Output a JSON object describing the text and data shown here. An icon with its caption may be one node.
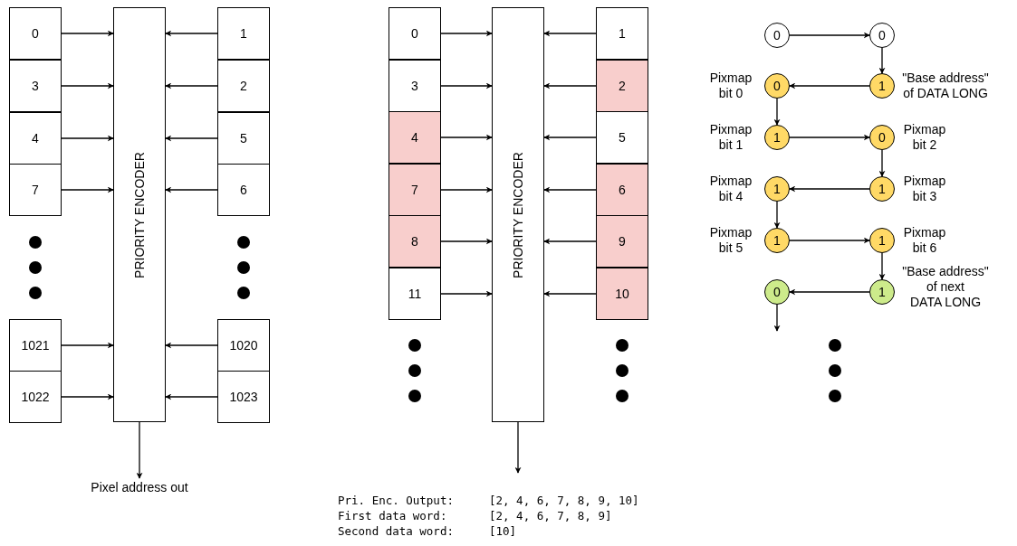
{
  "diagram": {
    "nodes": [
      {
        "text": [
          "0"
        ]
      },
      {
        "text": [
          "3"
        ]
      },
      {
        "text": [
          "4"
        ]
      },
      {
        "text": [
          "7"
        ]
      },
      {
        "text": [
          "1021"
        ]
      },
      {
        "text": [
          "1022"
        ]
      },
      {
        "text": [
          "PRIORITY ENCODER"
        ]
      },
      {
        "text": [
          "1"
        ]
      },
      {
        "text": [
          "2"
        ]
      },
      {
        "text": [
          "5"
        ]
      },
      {
        "text": [
          "6"
        ]
      },
      {
        "text": [
          "1020"
        ]
      },
      {
        "text": [
          "1023"
        ]
      },
      {
        "text": [
          "Pixel address out"
        ]
      },
      {
        "text": [
          "0"
        ]
      },
      {
        "text": [
          "3"
        ]
      },
      {
        "text": [
          "4"
        ]
      },
      {
        "text": [
          "7"
        ]
      },
      {
        "text": [
          "8"
        ]
      },
      {
        "text": [
          "11"
        ]
      },
      {
        "text": [
          "PRIORITY ENCODER"
        ]
      },
      {
        "text": [
          "1"
        ]
      },
      {
        "text": [
          "2"
        ]
      },
      {
        "text": [
          "5"
        ]
      },
      {
        "text": [
          "6"
        ]
      },
      {
        "text": [
          "9"
        ]
      },
      {
        "text": [
          "10"
        ]
      },
      {
        "text": [
          "0"
        ]
      },
      {
        "text": [
          "0"
        ]
      },
      {
        "text": [
          "0"
        ],
        "beside": [
          "Pixmap bit 0"
        ]
      },
      {
        "text": [
          "1"
        ],
        "beside": [
          "\"Base address\" of DATA LONG"
        ]
      },
      {
        "text": [
          "1"
        ],
        "beside": [
          "Pixmap bit 1"
        ]
      },
      {
        "text": [
          "0"
        ],
        "beside": [
          "Pixmap bit 2"
        ]
      },
      {
        "text": [
          "1"
        ],
        "beside": [
          "Pixmap bit 4"
        ]
      },
      {
        "text": [
          "1"
        ],
        "beside": [
          "Pixmap bit 3"
        ]
      },
      {
        "text": [
          "1"
        ],
        "beside": [
          "Pixmap bit 5"
        ]
      },
      {
        "text": [
          "1"
        ],
        "beside": [
          "Pixmap bit 6"
        ]
      },
      {
        "text": [
          "0"
        ]
      },
      {
        "text": [
          "1"
        ],
        "beside": [
          "\"Base address\" of next DATA LONG"
        ]
      }
    ],
    "edges": [
      {
        "from": 0,
        "to": 6,
        "arrow": "to"
      },
      {
        "from": 1,
        "to": 6,
        "arrow": "to"
      },
      {
        "from": 2,
        "to": 6,
        "arrow": "to"
      },
      {
        "from": 3,
        "to": 6,
        "arrow": "to"
      },
      {
        "from": 4,
        "to": 6,
        "arrow": "to"
      },
      {
        "from": 5,
        "to": 6,
        "arrow": "to"
      },
      {
        "from": 7,
        "to": 6,
        "arrow": "to"
      },
      {
        "from": 8,
        "to": 6,
        "arrow": "to"
      },
      {
        "from": 9,
        "to": 6,
        "arrow": "to"
      },
      {
        "from": 10,
        "to": 6,
        "arrow": "to"
      },
      {
        "from": 11,
        "to": 6,
        "arrow": "to"
      },
      {
        "from": 12,
        "to": 6,
        "arrow": "to"
      },
      {
        "from": 6,
        "to": 13,
        "arrow": "to"
      },
      {
        "from": 14,
        "to": 20,
        "arrow": "to"
      },
      {
        "from": 15,
        "to": 20,
        "arrow": "to"
      },
      {
        "from": 16,
        "to": 20,
        "arrow": "to"
      },
      {
        "from": 17,
        "to": 20,
        "arrow": "to"
      },
      {
        "from": 18,
        "to": 20,
        "arrow": "to"
      },
      {
        "from": 19,
        "to": 20,
        "arrow": "to"
      },
      {
        "from": 21,
        "to": 20,
        "arrow": "to"
      },
      {
        "from": 22,
        "to": 20,
        "arrow": "to"
      },
      {
        "from": 23,
        "to": 20,
        "arrow": "to"
      },
      {
        "from": 24,
        "to": 20,
        "arrow": "to"
      },
      {
        "from": 25,
        "to": 20,
        "arrow": "to"
      },
      {
        "from": 26,
        "to": 20,
        "arrow": "to"
      },
      {
        "from": 20,
        "to": null,
        "arrow": "to"
      },
      {
        "from": 27,
        "to": 28,
        "arrow": "to"
      },
      {
        "from": 28,
        "to": 30,
        "arrow": "to"
      },
      {
        "from": 30,
        "to": 29,
        "arrow": "to"
      },
      {
        "from": 29,
        "to": 31,
        "arrow": "to"
      },
      {
        "from": 31,
        "to": 32,
        "arrow": "to"
      },
      {
        "from": 32,
        "to": 34,
        "arrow": "to"
      },
      {
        "from": 34,
        "to": 33,
        "arrow": "to"
      },
      {
        "from": 33,
        "to": 35,
        "arrow": "to"
      },
      {
        "from": 35,
        "to": 36,
        "arrow": "to"
      },
      {
        "from": 36,
        "to": 38,
        "arrow": "to"
      },
      {
        "from": 38,
        "to": 37,
        "arrow": "to"
      },
      {
        "from": 37,
        "to": null,
        "arrow": "to"
      }
    ],
    "labels": [
      "Pri. Enc. Output:",
      "[2, 4, 6, 7, 8, 9, 10]",
      "First data word:",
      "[2, 4, 6, 7, 8, 9]",
      "Second data word:",
      "[10]"
    ]
  }
}
